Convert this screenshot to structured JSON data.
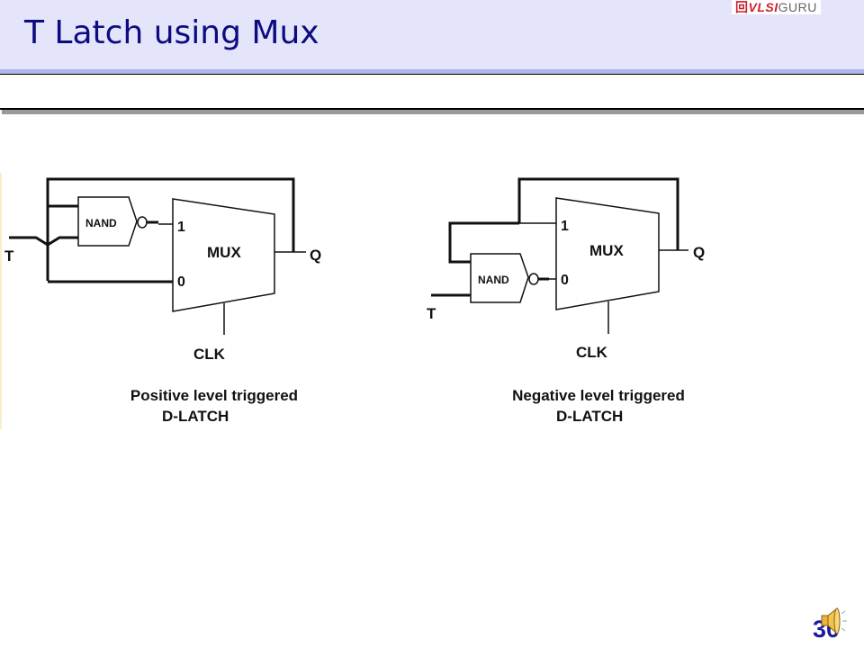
{
  "header": {
    "title": "T Latch using Mux",
    "logo": {
      "mark": "回",
      "red_text": "VLSI",
      "grey_text": "GURU"
    }
  },
  "diagrams": [
    {
      "id": "positive",
      "input_label": "T",
      "gate_label": "NAND",
      "mux_label": "MUX",
      "mux_input_1": "1",
      "mux_input_0": "0",
      "output_label": "Q",
      "clock_label": "CLK",
      "caption_line1": "Positive level triggered",
      "caption_line2": "D-LATCH"
    },
    {
      "id": "negative",
      "input_label": "T",
      "gate_label": "NAND",
      "mux_label": "MUX",
      "mux_input_1": "1",
      "mux_input_0": "0",
      "output_label": "Q",
      "clock_label": "CLK",
      "caption_line1": "Negative level triggered",
      "caption_line2": "D-LATCH"
    }
  ],
  "footer": {
    "page_number": "30",
    "audio_icon": "speaker-icon"
  }
}
